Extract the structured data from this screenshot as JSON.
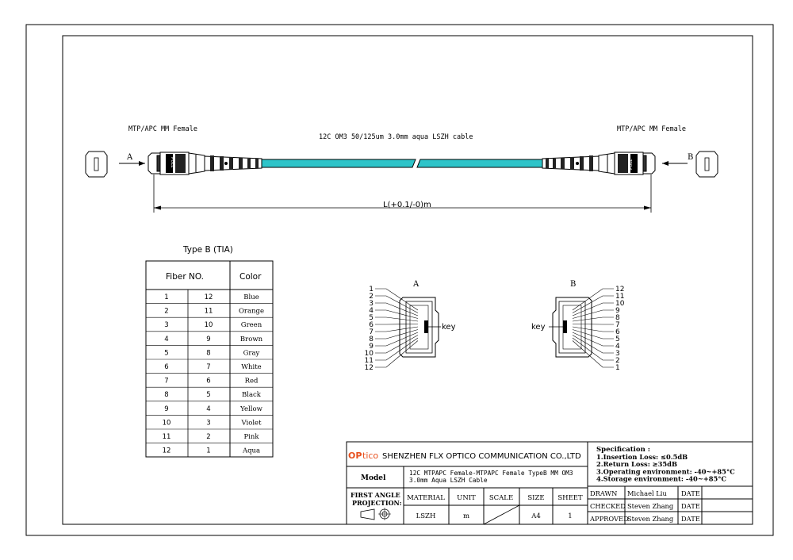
{
  "cable": {
    "left_label": "MTP/APC MM Female",
    "right_label": "MTP/APC MM Female",
    "description": "12C OM3 50/125um 3.0mm aqua LSZH cable",
    "end_a": "A",
    "end_b": "B",
    "length_label": "L(+0.1/-0)m",
    "connector_mark": "PULL",
    "cable_color": "#2ec4c9"
  },
  "polarity": {
    "title": "Type B (TIA)",
    "headers": {
      "fiber": "Fiber NO.",
      "color": "Color"
    },
    "rows": [
      {
        "a": "1",
        "b": "12",
        "color": "Blue"
      },
      {
        "a": "2",
        "b": "11",
        "color": "Orange"
      },
      {
        "a": "3",
        "b": "10",
        "color": "Green"
      },
      {
        "a": "4",
        "b": "9",
        "color": "Brown"
      },
      {
        "a": "5",
        "b": "8",
        "color": "Gray"
      },
      {
        "a": "6",
        "b": "7",
        "color": "White"
      },
      {
        "a": "7",
        "b": "6",
        "color": "Red"
      },
      {
        "a": "8",
        "b": "5",
        "color": "Black"
      },
      {
        "a": "9",
        "b": "4",
        "color": "Yellow"
      },
      {
        "a": "10",
        "b": "3",
        "color": "Violet"
      },
      {
        "a": "11",
        "b": "2",
        "color": "Pink"
      },
      {
        "a": "12",
        "b": "1",
        "color": "Aqua"
      }
    ]
  },
  "end_faces": {
    "a_label": "A",
    "b_label": "B",
    "key_label": "key",
    "a_numbers": [
      "1",
      "2",
      "3",
      "4",
      "5",
      "6",
      "7",
      "8",
      "9",
      "10",
      "11",
      "12"
    ],
    "b_numbers": [
      "12",
      "11",
      "10",
      "9",
      "8",
      "7",
      "6",
      "5",
      "4",
      "3",
      "2",
      "1"
    ]
  },
  "title_block": {
    "logo_op": "OP",
    "logo_tico": "tico",
    "company": "SHENZHEN FLX OPTICO COMMUNICATION CO.,LTD",
    "model_label": "Model",
    "model_line1": "12C MTPAPC Female-MTPAPC Female TypeB MM OM3",
    "model_line2": "3.0mm Aqua LSZH Cable",
    "projection_line1": "FIRST ANGLE",
    "projection_line2": "PROJECTION:",
    "headers": [
      "MATERIAL",
      "UNIT",
      "SCALE",
      "SIZE",
      "SHEET"
    ],
    "values": [
      "LSZH",
      "m",
      "",
      "A4",
      "1"
    ],
    "spec_title": "Specification :",
    "spec_lines": [
      "1.Insertion Loss: ≤0.5dB",
      "2.Return Loss: ≥35dB",
      "3.Operating environment: -40~+85°C",
      "4.Storage environment: -40~+85°C"
    ],
    "sign_rows": [
      {
        "role": "DRAWN",
        "name": "Michael Liu",
        "date_label": "DATE"
      },
      {
        "role": "CHECKED",
        "name": "Steven Zhang",
        "date_label": "DATE"
      },
      {
        "role": "APPROVED",
        "name": "Steven Zhang",
        "date_label": "DATE"
      }
    ],
    "logo_color": "#e8501e"
  }
}
